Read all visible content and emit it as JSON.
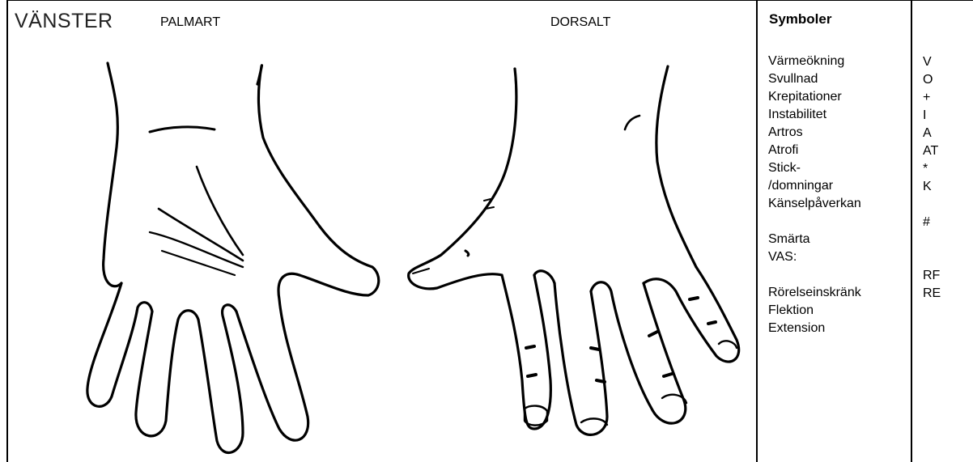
{
  "header": {
    "side_label": "VÄNSTER",
    "palm_label": "PALMART",
    "dorsal_label": "DORSALT"
  },
  "symbols": {
    "heading": "Symboler",
    "labels": [
      "Värmeökning",
      "Svullnad",
      "Krepitationer",
      "Instabilitet",
      "Artros",
      "Atrofi",
      "Stick-",
      "/domningar",
      "Känselpåverkan",
      "",
      "Smärta",
      "VAS:",
      "",
      "Rörelseinskränk",
      "Flektion",
      "Extension"
    ],
    "codes": [
      "V",
      "O",
      "+",
      "I",
      "A",
      "AT",
      "*",
      "K",
      "",
      "#",
      "",
      "",
      "RF",
      "RE"
    ]
  },
  "icons": {
    "palm": "left-hand-palmar-outline",
    "dorsal": "left-hand-dorsal-outline"
  }
}
